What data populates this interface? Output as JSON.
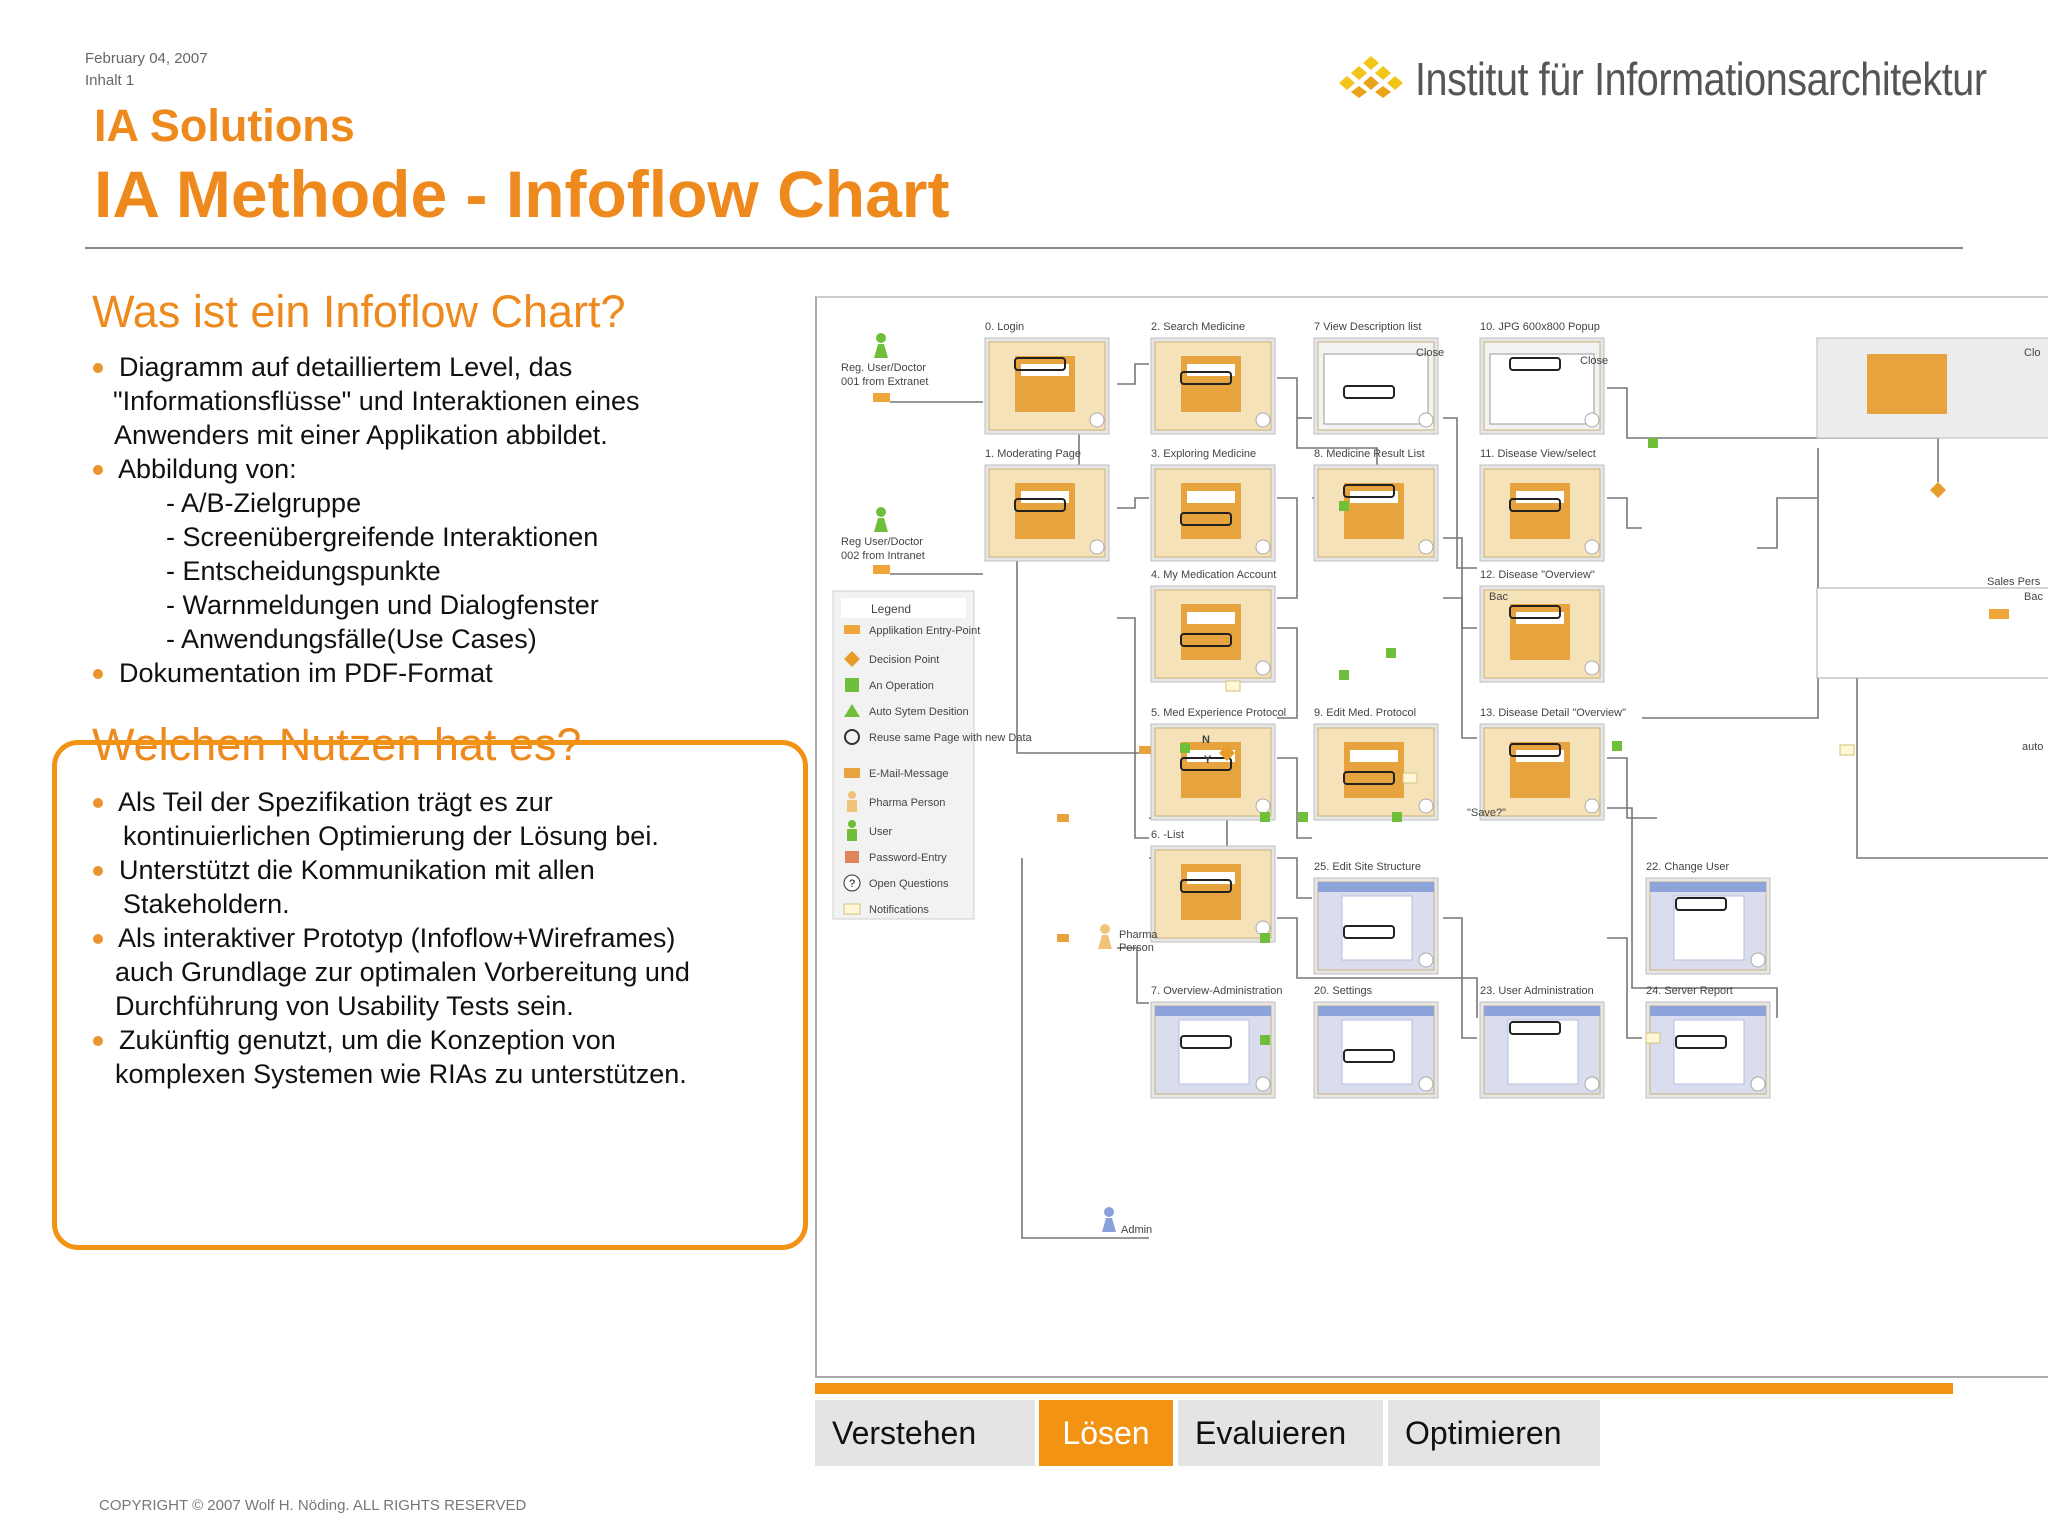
{
  "header": {
    "date": "February 04, 2007",
    "section": "Inhalt 1",
    "logo_text": "Institut für Informationsarchitektur",
    "subtitle": "IA Solutions",
    "title": "IA Methode - Infoflow Chart"
  },
  "section1": {
    "heading": "Was ist ein Infoflow Chart?",
    "bullets": [
      "Diagramm auf detailliertem Level, das",
      "\"Informationsflüsse\" und Interaktionen eines",
      "Anwenders mit einer Applikation abbildet.",
      "Abbildung von:",
      "- A/B-Zielgruppe",
      "- Screenübergreifende Interaktionen",
      "- Entscheidungspunkte",
      "- Warnmeldungen und Dialogfenster",
      "- Anwendungsfälle(Use Cases)",
      "Dokumentation im PDF-Format"
    ]
  },
  "section2": {
    "heading": "Welchen Nutzen hat es?",
    "bullets": [
      "Als Teil der Spezifikation trägt es zur",
      "kontinuierlichen Optimierung der Lösung bei.",
      "Unterstützt die Kommunikation mit allen",
      "Stakeholdern.",
      "Als interaktiver Prototyp (Infoflow+Wireframes)",
      "auch Grundlage zur optimalen Vorbereitung und",
      "Durchführung von Usability Tests sein.",
      "Zukünftig genutzt, um die Konzeption von",
      "komplexen Systemen wie RIAs zu unterstützen."
    ]
  },
  "diagram": {
    "actors": [
      {
        "line1": "Reg. User/Doctor",
        "line2": "001 from Extranet"
      },
      {
        "line1": "Reg User/Doctor",
        "line2": "002 from Intranet"
      },
      {
        "line1": "Pharma",
        "line2": "Person"
      },
      {
        "line1": "Admin",
        "line2": ""
      },
      {
        "line1": "Sales Pers",
        "line2": ""
      }
    ],
    "screens": [
      "0. Login",
      "2. Search Medicine",
      "7 View Description list",
      "10. JPG 600x800 Popup",
      "1. Moderating Page",
      "3. Exploring Medicine",
      "8. Medicine Result List",
      "11. Disease View/select",
      "4. My Medication Account",
      "12. Disease \"Overview\"",
      "5. Med Experience Protocol",
      "9. Edit Med. Protocol",
      "13. Disease Detail \"Overview\"",
      "6. -List",
      "25. Edit Site Structure",
      "22. Change User",
      "7. Overview-Administration",
      "20. Settings",
      "23. User Administration",
      "24. Server Report"
    ],
    "popup_labels": {
      "close1": "Close",
      "close2": "Close",
      "close3": "Clo",
      "back1": "Bac",
      "back2": "Bac",
      "auto": "auto",
      "save": "\"Save?\""
    },
    "decision_labels": {
      "n": "N",
      "y": "Y"
    },
    "legend": {
      "title": "Legend",
      "items": [
        {
          "label": "Applikation Entry-Point",
          "icon": "entry-arrow-icon"
        },
        {
          "label": "Decision Point",
          "icon": "diamond-icon"
        },
        {
          "label": "An Operation",
          "icon": "square-icon"
        },
        {
          "label": "Auto Sytem Desition",
          "icon": "triangle-icon"
        },
        {
          "label": "Reuse same Page with new Data",
          "icon": "reload-icon"
        },
        {
          "label": "E-Mail-Message",
          "icon": "envelope-icon"
        },
        {
          "label": "Pharma Person",
          "icon": "person-icon"
        },
        {
          "label": "User",
          "icon": "person-icon"
        },
        {
          "label": "Password-Entry",
          "icon": "password-icon"
        },
        {
          "label": "Open Questions",
          "icon": "question-icon"
        },
        {
          "label": "Notifications",
          "icon": "note-icon"
        }
      ]
    }
  },
  "tabs": [
    {
      "label": "Verstehen",
      "active": false
    },
    {
      "label": "Lösen",
      "active": true
    },
    {
      "label": "Evaluieren",
      "active": false
    },
    {
      "label": "Optimieren",
      "active": false
    }
  ],
  "footer": {
    "copyright": "COPYRIGHT © 2007 Wolf H. Nöding. ALL RIGHTS RESERVED"
  },
  "colors": {
    "accent": "#f39314",
    "title": "#ee8a1d",
    "screen_fill": "#f6e2b8",
    "screen_blue": "#c9cfe6",
    "decision": "#e79d2c",
    "operation": "#6fbf3b"
  }
}
